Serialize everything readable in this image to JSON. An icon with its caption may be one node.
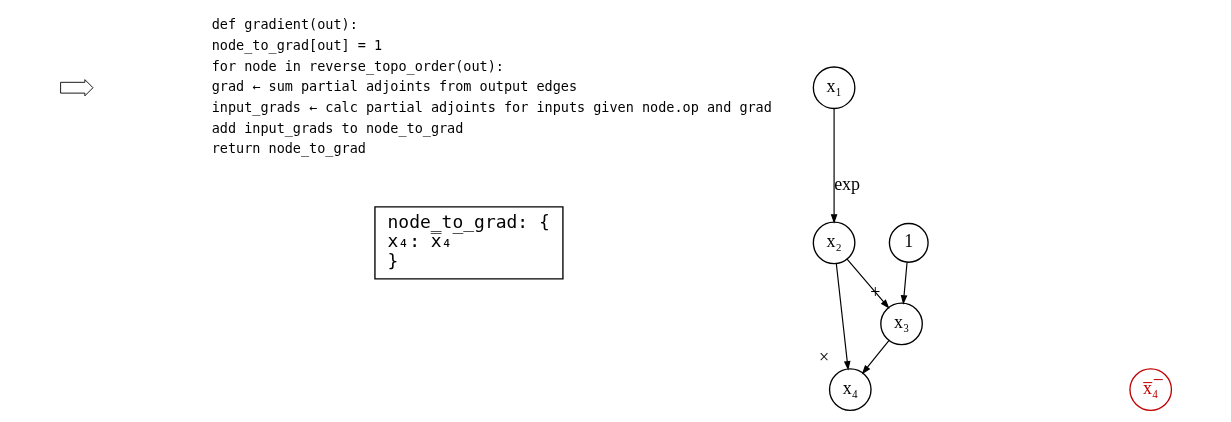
{
  "diagram": {
    "nodes": [
      {
        "text": [
          "node_to_grad: {",
          "x₄: x̅₄̅",
          "}"
        ]
      },
      {
        "text": [
          "x₁"
        ]
      },
      {
        "text": [
          "1"
        ]
      },
      {
        "text": [
          "x₂"
        ]
      },
      {
        "text": [
          "x₃"
        ],
        "beside": [
          "+"
        ]
      },
      {
        "text": [
          "x₄"
        ],
        "beside": [
          "×"
        ]
      },
      {
        "text": [
          "x̅₄̅"
        ]
      }
    ],
    "edges": [
      {
        "from": 1,
        "to": 3,
        "arrow": "to",
        "label": "exp"
      },
      {
        "from": 2,
        "to": 4,
        "arrow": "to"
      },
      {
        "from": 3,
        "to": 4,
        "arrow": "to"
      },
      {
        "from": 3,
        "to": 5,
        "arrow": "to"
      },
      {
        "from": 4,
        "to": 5,
        "arrow": "to"
      }
    ],
    "labels": [
      "def gradient(out):",
      "node_to_grad[out] = 1",
      "for node in reverse_topo_order(out):",
      "grad ← sum partial adjoints from output edges",
      "input_grads ← calc partial adjoints for inputs given node.op and grad",
      "add input_grads to node_to_grad",
      "return node_to_grad"
    ]
  }
}
